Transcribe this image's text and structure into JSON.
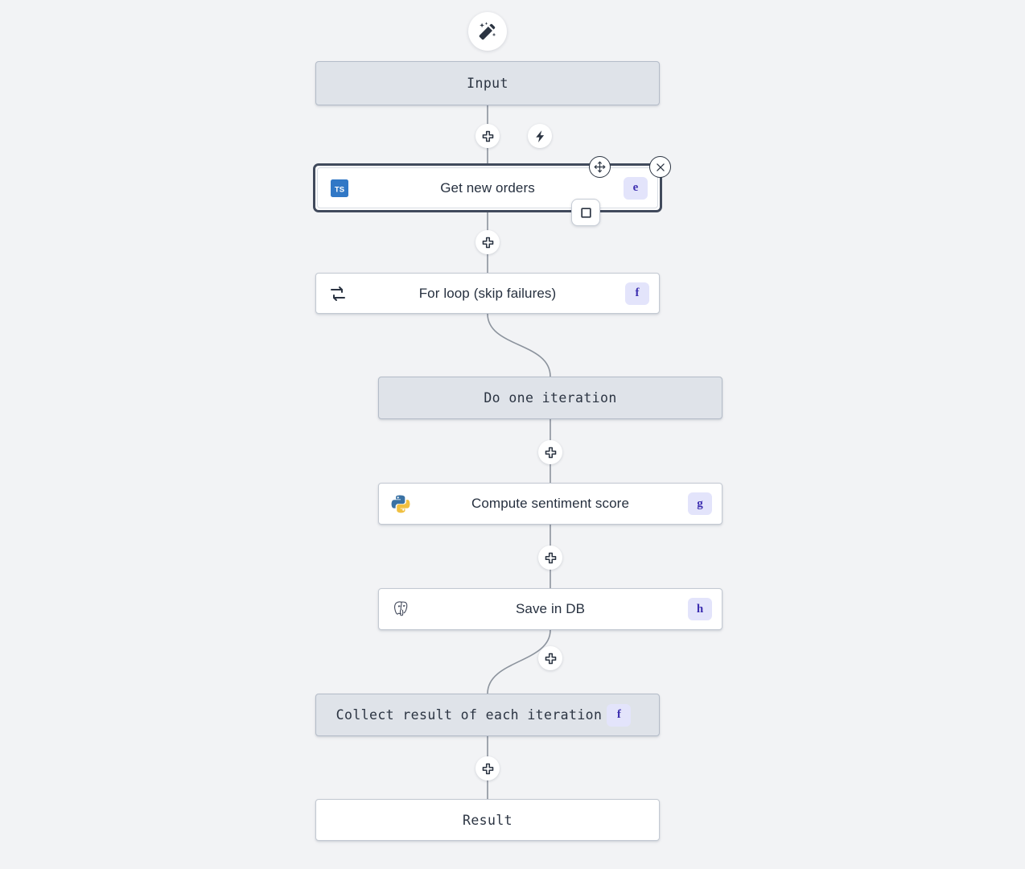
{
  "canvas": {
    "background": "#f2f3f5",
    "accent_badge_bg": "#e3e4fb",
    "accent_badge_fg": "#3d2fb0",
    "node_grey": "#dfe3e9",
    "node_white": "#ffffff",
    "selected_border": "#414a5c"
  },
  "top_action": {
    "icon": "magic-wand-icon"
  },
  "nodes": [
    {
      "id": "input",
      "label": "Input",
      "style": "grey",
      "font": "mono",
      "icon": null,
      "badge": null
    },
    {
      "id": "get-new-orders",
      "label": "Get new orders",
      "style": "white",
      "font": "sans",
      "icon": "typescript-icon",
      "badge": "e",
      "selected": true
    },
    {
      "id": "for-loop",
      "label": "For loop (skip failures)",
      "style": "white",
      "font": "sans",
      "icon": "loop-icon",
      "badge": "f"
    },
    {
      "id": "do-one-iteration",
      "label": "Do one iteration",
      "style": "grey",
      "font": "mono",
      "icon": null,
      "badge": null
    },
    {
      "id": "compute-sentiment-score",
      "label": "Compute sentiment score",
      "style": "white",
      "font": "sans",
      "icon": "python-icon",
      "badge": "g"
    },
    {
      "id": "save-in-db",
      "label": "Save in DB",
      "style": "white",
      "font": "sans",
      "icon": "postgresql-icon",
      "badge": "h"
    },
    {
      "id": "collect-result",
      "label": "Collect result of each iteration",
      "style": "grey",
      "font": "mono",
      "icon": null,
      "badge": "f"
    },
    {
      "id": "result",
      "label": "Result",
      "style": "white",
      "font": "mono",
      "icon": null,
      "badge": null
    }
  ],
  "edge_buttons": [
    {
      "id": "add-after-input",
      "icon": "plus-icon"
    },
    {
      "id": "trigger-bolt",
      "icon": "lightning-icon"
    },
    {
      "id": "add-after-get-new-orders",
      "icon": "plus-icon"
    },
    {
      "id": "add-after-do-one-iteration",
      "icon": "plus-icon"
    },
    {
      "id": "add-after-compute-sentiment-score",
      "icon": "plus-icon"
    },
    {
      "id": "add-after-save-in-db",
      "icon": "plus-icon"
    },
    {
      "id": "add-after-collect-result",
      "icon": "plus-icon"
    }
  ],
  "selection_handles": [
    {
      "id": "move-handle",
      "icon": "move-icon"
    },
    {
      "id": "close-handle",
      "icon": "close-icon"
    },
    {
      "id": "stop-handle",
      "icon": "square-icon"
    }
  ]
}
